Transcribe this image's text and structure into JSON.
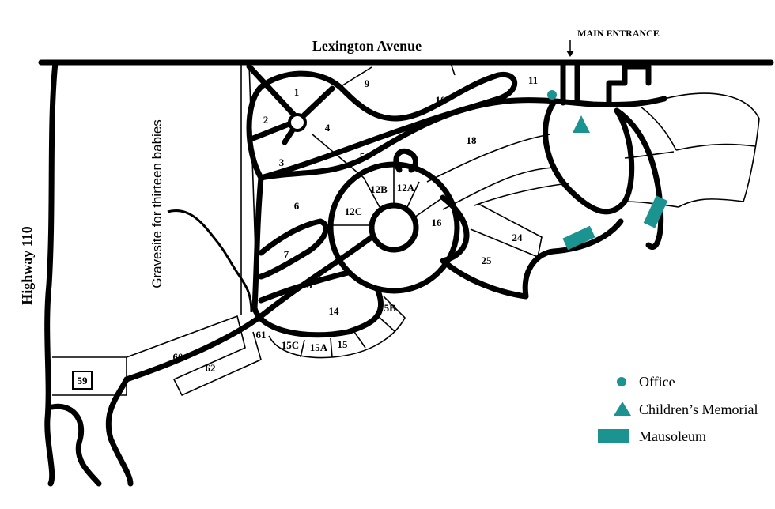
{
  "map": {
    "streets": {
      "top": "Lexington Avenue",
      "left": "Highway 110"
    },
    "entrance": "MAIN ENTRANCE",
    "annotation": "Gravesite for thirteen babies",
    "sections": {
      "s1": "1",
      "s2": "2",
      "s3": "3",
      "s4": "4",
      "s5": "5",
      "s6": "6",
      "s7": "7",
      "s9": "9",
      "s10": "10",
      "s11": "11",
      "s12A": "12A",
      "s12B": "12B",
      "s12C": "12C",
      "s13": "13",
      "s14": "14",
      "s15": "15",
      "s15A": "15A",
      "s15B": "15B",
      "s15C": "15C",
      "s16": "16",
      "s18": "18",
      "s24": "24",
      "s25": "25",
      "s59": "59",
      "s60": "60",
      "s61": "61",
      "s62": "62"
    },
    "legend": {
      "office": "Office",
      "memorial": "Children’s Memorial",
      "mausoleum": "Mausoleum"
    },
    "colors": {
      "marker": "#1a9391",
      "road": "#000000"
    }
  }
}
